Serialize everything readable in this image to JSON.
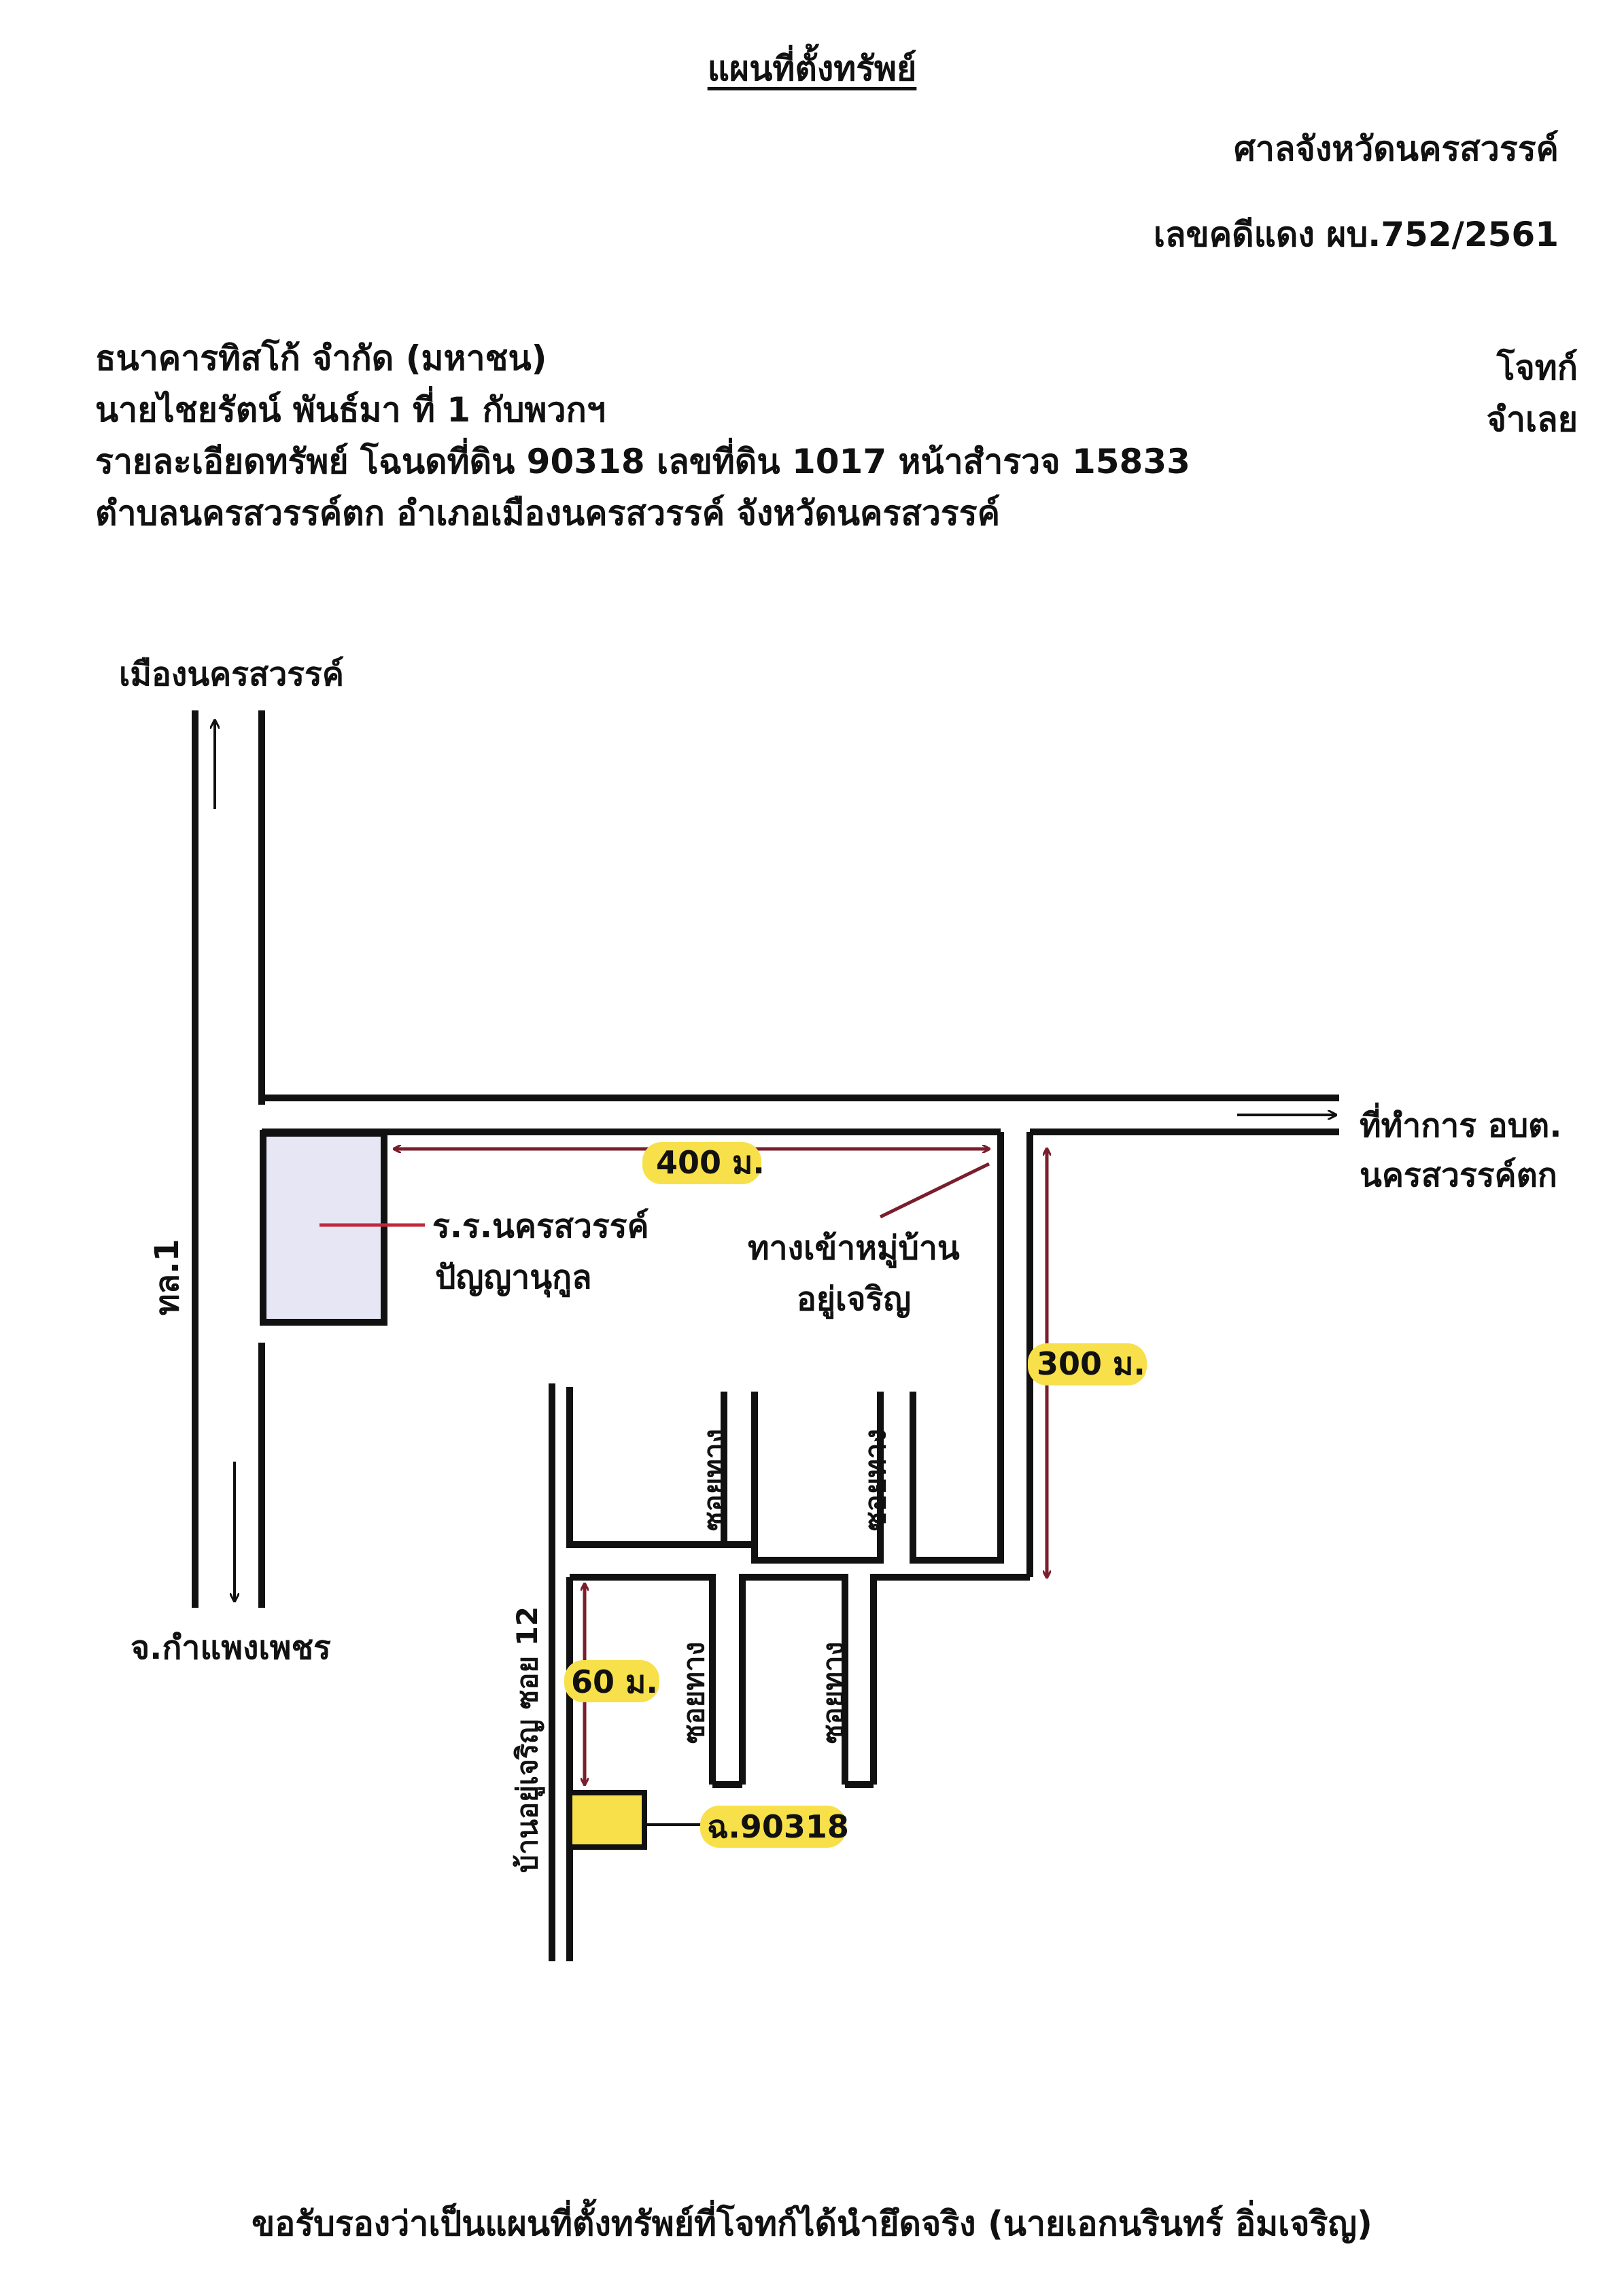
{
  "header": {
    "title": "แผนที่ตั้งทรัพย์",
    "court": "ศาลจังหวัดนครสวรรค์",
    "case_number": "เลขคดีแดง ผบ.752/2561"
  },
  "parties": {
    "plaintiff": "ธนาคารทิสโก้ จำกัด (มหาชน)",
    "plaintiff_role": "โจทก์",
    "defendant": "นายไชยรัตน์ พันธ์มา ที่ 1 กับพวกฯ",
    "defendant_role": "จำเลย"
  },
  "property": {
    "details": "รายละเอียดทรัพย์ โฉนดที่ดิน 90318 เลขที่ดิน 1017 หน้าสำรวจ 15833",
    "location": "ตำบลนครสวรรค์ตก อำเภอเมืองนครสวรรค์ จังหวัดนครสวรรค์"
  },
  "map": {
    "north_destination": "เมืองนครสวรรค์",
    "south_destination": "จ.กำแพงเพชร",
    "highway_label": "ทล.1",
    "east_destination_line1": "ที่ทำการ อบต.",
    "east_destination_line2": "นครสวรรค์ตก",
    "school_line1": "ร.ร.นครสวรรค์",
    "school_line2": "ปัญญานุกูล",
    "entrance_line1": "ทางเข้าหมู่บ้าน",
    "entrance_line2": "อยู่เจริญ",
    "distance_400": "400 ม.",
    "distance_300": "300 ม.",
    "distance_60": "60 ม.",
    "soi_label": "ซอยทาง",
    "village_soi_label": "บ้านอยู่เจริญ ซอย 12",
    "deed_label": "ฉ.90318",
    "highlight_color": "#f7e04a",
    "arrow_color": "#7a1e2c",
    "school_fill": "#e6e6f4"
  },
  "footer": {
    "certification": "ขอรับรองว่าเป็นแผนที่ตั้งทรัพย์ที่โจทก์ได้นำยึดจริง (นายเอกนรินทร์ อิ่มเจริญ)"
  }
}
